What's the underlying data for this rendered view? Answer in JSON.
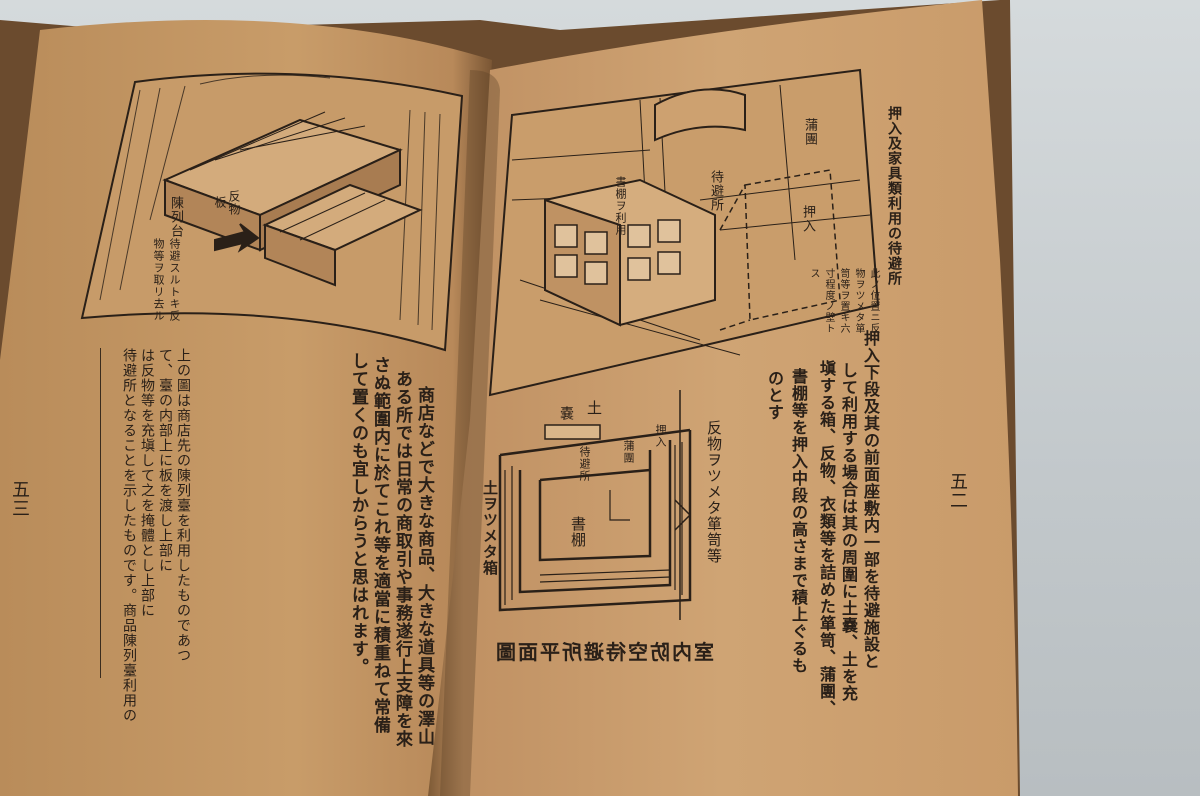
{
  "left_page": {
    "page_number": "五三",
    "diagram_labels": {
      "board_label": "板",
      "row_label": "反物",
      "stand_label": "陳列台",
      "stand_note": "待避スルトキ反物等ヲ取リ去ル"
    },
    "caption": [
      "上の圖は商店先の陳列臺を利用したものであつ",
      "て、臺の内部上に板を渡し上部に",
      "は反物等を充塡して之を掩體とし上部に",
      "待避所となることを示したものです。商品陳列臺利用の"
    ],
    "body": [
      "商店などで大きな商品、大きな道具等の澤山",
      "ある所では日常の商取引や事務遂行上支障を來",
      "さぬ範圍内に於てこれ等を適當に積重ねて常備",
      "して置くのも宜しからうと思はれます。"
    ]
  },
  "right_page": {
    "page_number": "五二",
    "title": "押入及家具類利用の待避所",
    "iso_labels": {
      "futon": "蒲團",
      "oshiire": "押入",
      "taihisho": "待避所",
      "shelf_note": "書棚ヲ利用",
      "fill_note": "此ノ位置ニ反物ヲツメタ箪笥等ヲ置キ六寸程度ノ壁トス"
    },
    "plan_labels": {
      "soil": "土",
      "sandbag": "嚢",
      "oshiire": "押入",
      "taihisho": "待避所",
      "futon": "蒲團",
      "bookshelf": "書棚",
      "side_note_1": "反物ヲツメタ箪笥等",
      "side_note_2": "土ヲツメタ箱"
    },
    "plan_title": "室内防空待避所平面圖",
    "body": [
      "押入下段及其の前面座敷内一部を待避施設と",
      "して利用する場合は其の周圍に土嚢、土を充",
      "塡する箱、反物、衣類等を詰めた箪笥、蒲團、",
      "書棚等を押入中段の高さまで積上ぐるも",
      "のとす"
    ]
  },
  "colors": {
    "paper": "#c79a66",
    "ink": "#2a2018",
    "background": "#c9cfd2"
  }
}
